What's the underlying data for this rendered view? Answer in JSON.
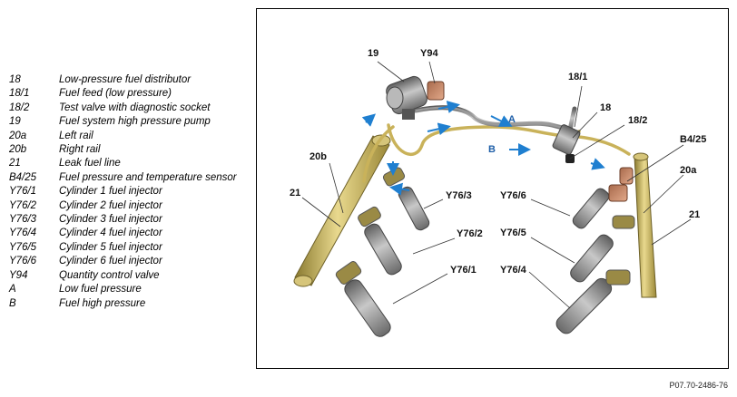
{
  "legend": [
    {
      "code": "18",
      "desc": "Low-pressure fuel distributor"
    },
    {
      "code": "18/1",
      "desc": "Fuel feed (low pressure)"
    },
    {
      "code": "18/2",
      "desc": "Test valve with diagnostic socket"
    },
    {
      "code": "19",
      "desc": "Fuel system high pressure pump"
    },
    {
      "code": "20a",
      "desc": "Left rail"
    },
    {
      "code": "20b",
      "desc": "Right rail"
    },
    {
      "code": "21",
      "desc": "Leak fuel line"
    },
    {
      "code": "B4/25",
      "desc": "Fuel pressure and temperature sensor"
    },
    {
      "code": "Y76/1",
      "desc": "Cylinder 1 fuel injector"
    },
    {
      "code": "Y76/2",
      "desc": "Cylinder 2 fuel injector"
    },
    {
      "code": "Y76/3",
      "desc": "Cylinder 3 fuel injector"
    },
    {
      "code": "Y76/4",
      "desc": "Cylinder 4 fuel injector"
    },
    {
      "code": "Y76/5",
      "desc": "Cylinder 5 fuel injector"
    },
    {
      "code": "Y76/6",
      "desc": "Cylinder 6 fuel injector"
    },
    {
      "code": "Y94",
      "desc": "Quantity control valve"
    },
    {
      "code": "A",
      "desc": "Low fuel pressure"
    },
    {
      "code": "B",
      "desc": "Fuel high pressure"
    }
  ],
  "callouts": {
    "c19": "19",
    "y94": "Y94",
    "c18_1": "18/1",
    "c18": "18",
    "c18_2": "18/2",
    "a": "A",
    "b": "B",
    "c20b": "20b",
    "c21_left": "21",
    "b4_25": "B4/25",
    "c20a": "20a",
    "c21_right": "21",
    "y76_1": "Y76/1",
    "y76_2": "Y76/2",
    "y76_3": "Y76/3",
    "y76_4": "Y76/4",
    "y76_5": "Y76/5",
    "y76_6": "Y76/6"
  },
  "reference": "P07.70-2486-76",
  "colors": {
    "brass": "#c9b25a",
    "injector": "#8a8a8a",
    "flow_arrow": "#1f7fd0",
    "label_blue": "#1f5fa8"
  }
}
